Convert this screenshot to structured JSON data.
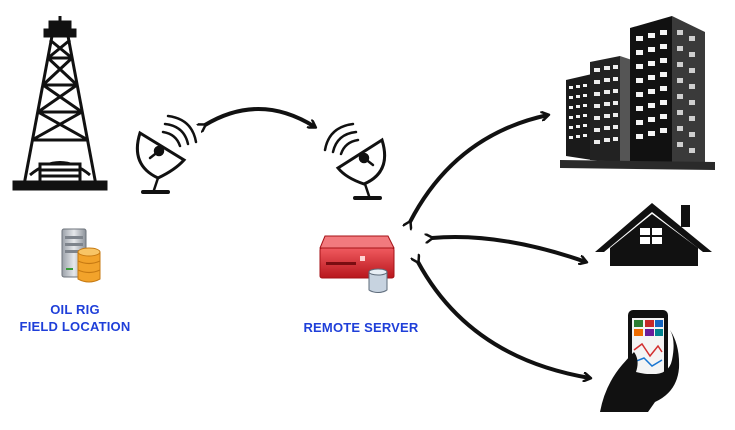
{
  "labels": {
    "oil_rig_line1": "OIL RIG",
    "oil_rig_line2": "FIELD LOCATION",
    "remote_server": "REMOTE SERVER"
  },
  "colors": {
    "label_text": "#1f3fd9",
    "server_red": "#d9252b",
    "database_gold": "#f2a32b",
    "line": "#111111"
  },
  "icons": [
    "oil-derrick-icon",
    "server-database-icon",
    "satellite-dish-icon",
    "red-server-icon",
    "office-building-icon",
    "house-icon",
    "smartphone-hand-icon"
  ]
}
